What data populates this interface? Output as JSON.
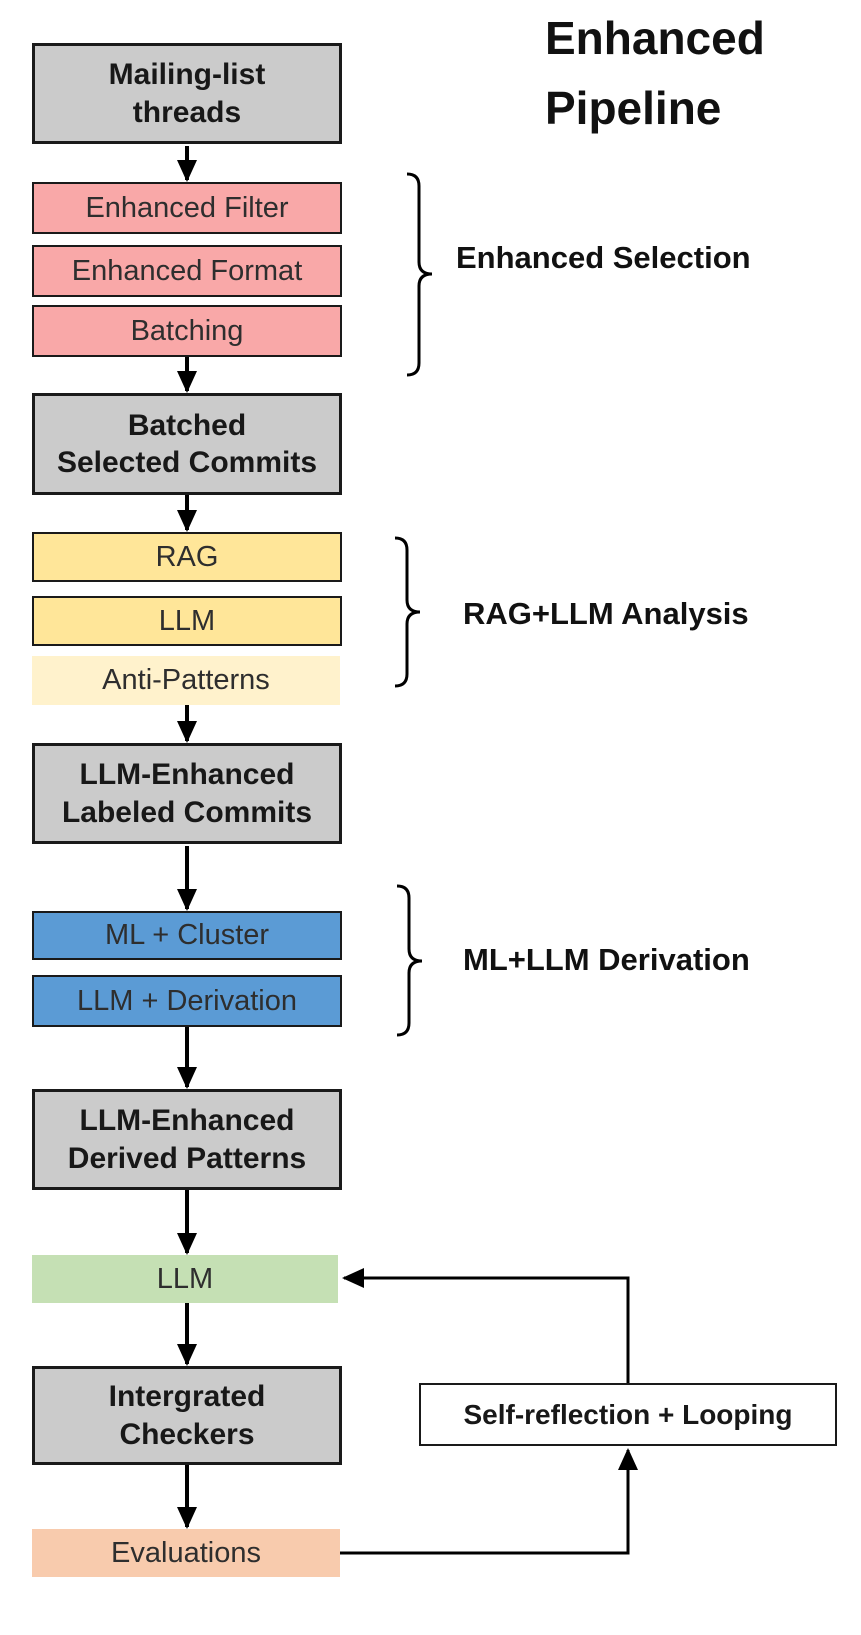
{
  "diagram_title": "Enhanced\nPipeline",
  "nodes": {
    "mailing_list": "Mailing-list\nthreads",
    "enhanced_filter": "Enhanced Filter",
    "enhanced_format": "Enhanced Format",
    "batching": "Batching",
    "batched_commits": "Batched\nSelected Commits",
    "rag": "RAG",
    "llm_analysis": "LLM",
    "anti_patterns": "Anti-Patterns",
    "labeled_commits": "LLM-Enhanced\nLabeled Commits",
    "ml_cluster": "ML + Cluster",
    "llm_derivation": "LLM + Derivation",
    "derived_patterns": "LLM-Enhanced\nDerived Patterns",
    "llm_loop": "LLM",
    "integrated_checkers": "Intergrated\nCheckers",
    "evaluations": "Evaluations",
    "self_reflection": "Self-reflection + Looping"
  },
  "group_labels": {
    "enhanced_selection": "Enhanced Selection",
    "rag_llm_analysis": "RAG+LLM Analysis",
    "ml_llm_derivation": "ML+LLM Derivation"
  },
  "colors": {
    "gray": "#CBCBCB",
    "pink": "#F9A8A8",
    "yellow": "#FFE699",
    "light_yellow": "#FFF2CC",
    "blue": "#5B9BD5",
    "green": "#C5E0B4",
    "orange": "#F8CBAD",
    "line": "#000000"
  }
}
